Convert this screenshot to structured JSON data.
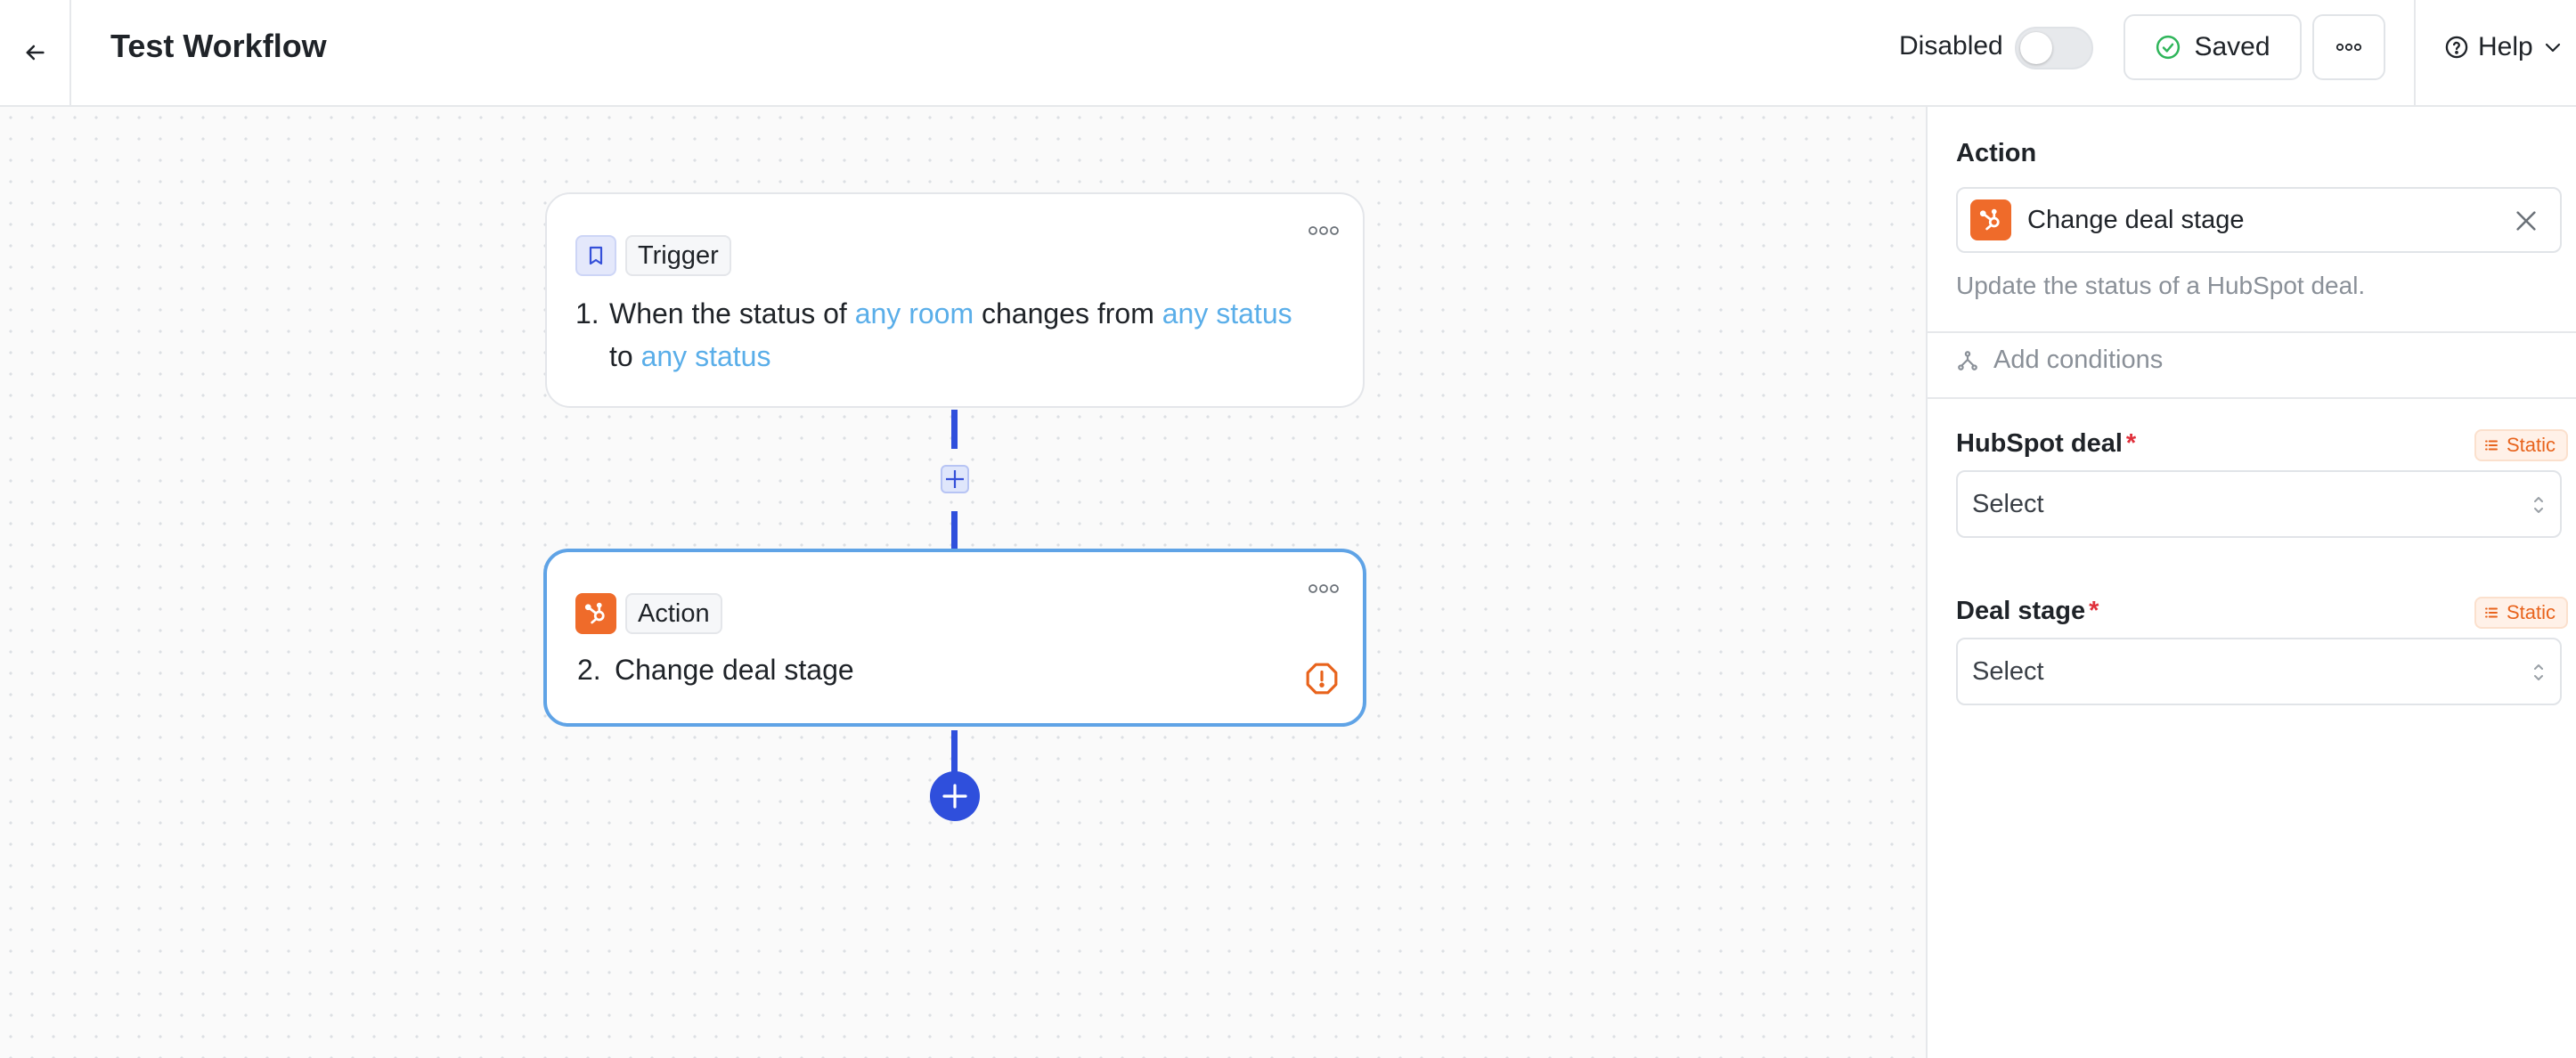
{
  "header": {
    "title": "Test Workflow",
    "toggle_label": "Disabled",
    "toggle_on": false,
    "saved_label": "Saved",
    "help_label": "Help"
  },
  "canvas": {
    "trigger": {
      "chip_label": "Trigger",
      "number": "1.",
      "text_parts": [
        "When the status of ",
        "any room",
        " changes from ",
        "any status"
      ],
      "line2_parts": [
        "to ",
        "any status"
      ]
    },
    "action": {
      "chip_label": "Action",
      "number": "2.",
      "text": "Change deal stage"
    }
  },
  "panel": {
    "action_label": "Action",
    "action_value": "Change deal stage",
    "action_description": "Update the status of a HubSpot deal.",
    "add_conditions": "Add conditions",
    "fields": [
      {
        "label": "HubSpot deal",
        "required_mark": "*",
        "badge": "Static",
        "placeholder": "Select"
      },
      {
        "label": "Deal stage",
        "required_mark": "*",
        "badge": "Static",
        "placeholder": "Select"
      }
    ]
  },
  "colors": {
    "accent": "#2f4fdc",
    "hubspot": "#ef6b2a",
    "link": "#5aaee9",
    "selected_border": "#5fa3e6",
    "static_badge": "#e8631c"
  }
}
